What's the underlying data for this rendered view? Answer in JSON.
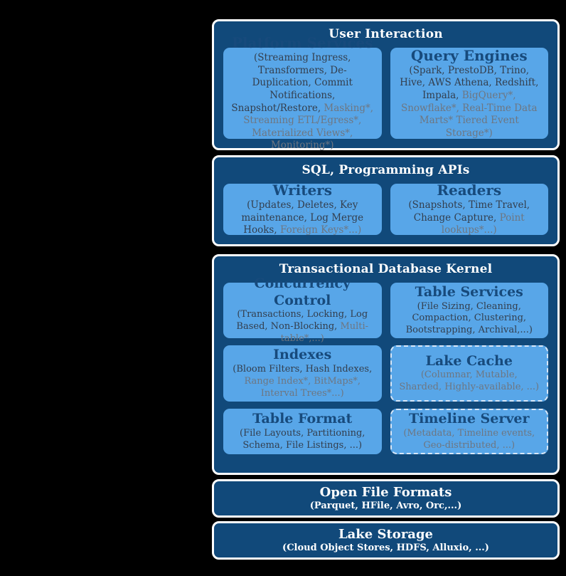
{
  "colors": {
    "background": "#000000",
    "panel_dark_blue": "#11497A",
    "box_light_blue": "#58A6E8",
    "box_title_navy": "#174A7C",
    "body_text_dark": "#333E4D",
    "body_text_gray": "#6E7681",
    "panel_border": "#FFFFFF",
    "dashed_border": "#D8E7F8"
  },
  "sections": [
    {
      "title": "User Interaction",
      "boxes": [
        {
          "title": "Platform Services",
          "dark": "(Streaming Ingress, Transformers, De-Duplication, Commit Notifications, Snapshot/Restore, ",
          "gray": "Masking*, Streaming ETL/Egress*, Materialized Views*,  Monitoring*)"
        },
        {
          "title": "Query Engines",
          "dark": "(Spark, PrestoDB, Trino, Hive, AWS Athena, Redshift, Impala, ",
          "gray": "BigQuery*, Snowflake*, Real-Time Data Marts* Tiered Event Storage*)"
        }
      ]
    },
    {
      "title": "SQL, Programming APIs",
      "boxes": [
        {
          "title": "Writers",
          "dark": "(Updates, Deletes, Key maintenance, Log Merge Hooks, ",
          "gray": "Foreign Keys*...)"
        },
        {
          "title": "Readers",
          "dark": "(Snapshots, Time Travel, Change Capture, ",
          "gray": "Point lookups*...)"
        }
      ]
    },
    {
      "title": "Transactional Database Kernel",
      "boxes": [
        {
          "title": "Concurrency Control",
          "dark": "(Transactions, Locking, Log Based, Non-Blocking, ",
          "gray": "Multi-table*,...)"
        },
        {
          "title": "Table Services",
          "dark": "(File Sizing, Cleaning, Compaction, Clustering, Bootstrapping, Archival,...)",
          "gray": ""
        },
        {
          "title": "Indexes",
          "dark": "(Bloom Filters, Hash Indexes, ",
          "gray": "Range Index*, BitMaps*, Interval Trees*...)"
        },
        {
          "title": "Lake Cache",
          "dark": "",
          "gray": "(Columnar, Mutable, Sharded, Highly-available, ...)"
        },
        {
          "title": "Table Format",
          "dark": "(File Layouts, Partitioning, Schema, File Listings, ...)",
          "gray": ""
        },
        {
          "title": "Timeline Server",
          "dark": "",
          "gray": "(Metadata, Timeline events, Geo-distributed, ...)"
        }
      ]
    },
    {
      "title": "Open File Formats",
      "subtitle": "(Parquet, HFile, Avro, Orc,...)"
    },
    {
      "title": "Lake Storage",
      "subtitle": "(Cloud Object Stores, HDFS, Alluxio, ...)"
    }
  ]
}
